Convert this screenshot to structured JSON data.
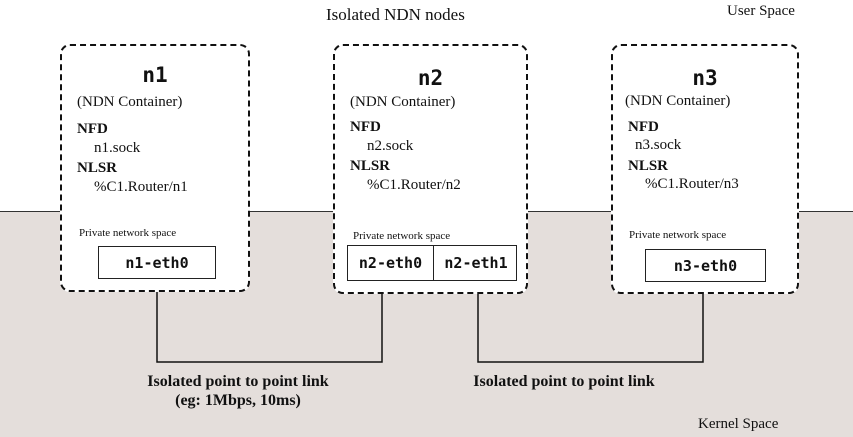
{
  "title": "Isolated NDN nodes",
  "user_space_label": "User Space",
  "kernel_space_label": "Kernel Space",
  "nodes": [
    {
      "name": "n1",
      "subtitle": "(NDN Container)",
      "nfd_label": "NFD",
      "nfd_value": "n1.sock",
      "nlsr_label": "NLSR",
      "nlsr_value": "%C1.Router/n1",
      "private_space_label": "Private network space",
      "interfaces": [
        "n1-eth0"
      ]
    },
    {
      "name": "n2",
      "subtitle": "(NDN Container)",
      "nfd_label": "NFD",
      "nfd_value": "n2.sock",
      "nlsr_label": "NLSR",
      "nlsr_value": "%C1.Router/n2",
      "private_space_label": "Private network space",
      "interfaces": [
        "n2-eth0",
        "n2-eth1"
      ]
    },
    {
      "name": "n3",
      "subtitle": "(NDN Container)",
      "nfd_label": "NFD",
      "nfd_value": "n3.sock",
      "nlsr_label": "NLSR",
      "nlsr_value": "%C1.Router/n3",
      "private_space_label": "Private network space",
      "interfaces": [
        "n3-eth0"
      ]
    }
  ],
  "links": [
    {
      "label": "Isolated point to point link",
      "detail": "(eg: 1Mbps, 10ms)"
    },
    {
      "label": "Isolated point to point link"
    }
  ]
}
